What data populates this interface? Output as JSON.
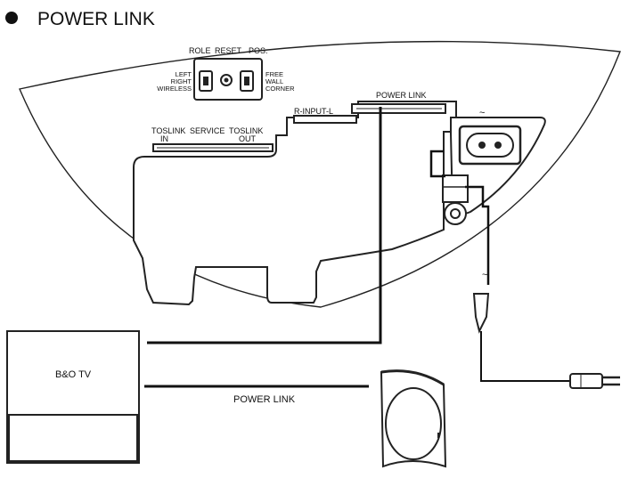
{
  "heading": "POWER LINK",
  "switches": {
    "role": "ROLE",
    "reset": "RESET",
    "pos": "POS.",
    "left_options": [
      "LEFT",
      "RIGHT",
      "WIRELESS"
    ],
    "right_options": [
      "FREE",
      "WALL",
      "CORNER"
    ]
  },
  "ports": {
    "r_input_l": "R-INPUT-L",
    "power_link": "POWER LINK",
    "tosin_line1": "TOSLINK",
    "tosin_line2": "IN",
    "service": "SERVICE",
    "tosout_line1": "TOSLINK",
    "tosout_line2": "OUT",
    "ac_symbol": "~",
    "plug_symbol": "~"
  },
  "tv_label": "B&O TV",
  "cable_label": "POWER LINK"
}
